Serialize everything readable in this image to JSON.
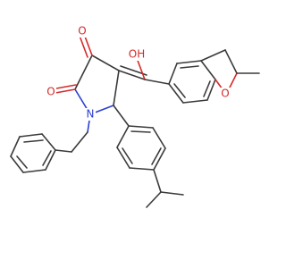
{
  "molecule": {
    "atoms": {
      "oxygen_hydroxyl": "OH",
      "oxygen_ketone_upper": "O",
      "oxygen_ketone_left": "O",
      "oxygen_ring": "O",
      "nitrogen": "N"
    },
    "colors": {
      "bond": "#3a3a3a",
      "oxygen": "#d42a2a",
      "nitrogen": "#2a3fd4",
      "background": "#ffffff"
    }
  }
}
